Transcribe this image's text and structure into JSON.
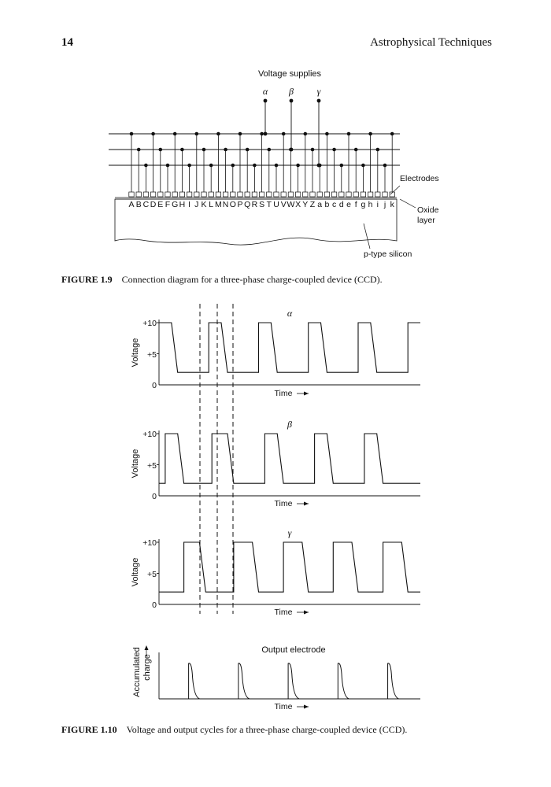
{
  "header": {
    "page_number": "14",
    "running_title": "Astrophysical Techniques"
  },
  "figure_1_9": {
    "caption_label": "FIGURE 1.9",
    "caption_text": "Connection diagram for a three-phase charge-coupled device (CCD).",
    "supplies_label": "Voltage supplies",
    "phases": [
      "α",
      "β",
      "γ"
    ],
    "electrode_letters": [
      "A",
      "B",
      "C",
      "D",
      "E",
      "F",
      "G",
      "H",
      "I",
      "J",
      "K",
      "L",
      "M",
      "N",
      "O",
      "P",
      "Q",
      "R",
      "S",
      "T",
      "U",
      "V",
      "W",
      "X",
      "Y",
      "Z",
      "a",
      "b",
      "c",
      "d",
      "e",
      "f",
      "g",
      "h",
      "i",
      "j",
      "k"
    ],
    "labels": {
      "electrodes": "Electrodes",
      "oxide_line1": "Oxide",
      "oxide_line2": "layer",
      "silicon": "p-type silicon"
    }
  },
  "figure_1_10": {
    "caption_label": "FIGURE 1.10",
    "caption_text": "Voltage and output cycles for a three-phase charge-coupled device (CCD).",
    "y_axis_label": "Voltage",
    "y_ticks": [
      "+10",
      "+5",
      "0"
    ],
    "x_axis_label": "Time",
    "output_title": "Output electrode",
    "output_y_label_line1": "Accumulated",
    "output_y_label_line2": "charge"
  },
  "chart_data": [
    {
      "type": "line",
      "title": "α",
      "ylabel": "Voltage",
      "xlabel": "Time",
      "ylim": [
        0,
        10
      ],
      "high": 10,
      "low": 2,
      "x": [
        0,
        2,
        3,
        8,
        8,
        10,
        11,
        16,
        16,
        18,
        19,
        24,
        24,
        26,
        27,
        32,
        32,
        34,
        35,
        40,
        40,
        42
      ],
      "y": [
        10,
        10,
        2,
        2,
        10,
        10,
        2,
        2,
        10,
        10,
        2,
        2,
        10,
        10,
        2,
        2,
        10,
        10,
        2,
        2,
        10,
        10
      ]
    },
    {
      "type": "line",
      "title": "β",
      "ylabel": "Voltage",
      "xlabel": "Time",
      "ylim": [
        0,
        10
      ],
      "high": 10,
      "low": 2,
      "x": [
        0,
        1,
        1,
        3,
        4,
        8.5,
        8.5,
        11,
        12,
        17,
        17,
        19,
        20,
        25,
        25,
        27,
        28,
        33,
        33,
        35,
        36,
        42
      ],
      "y": [
        2,
        2,
        10,
        10,
        2,
        2,
        10,
        10,
        2,
        2,
        10,
        10,
        2,
        2,
        10,
        10,
        2,
        2,
        10,
        10,
        2,
        2
      ]
    },
    {
      "type": "line",
      "title": "γ",
      "ylabel": "Voltage",
      "xlabel": "Time",
      "ylim": [
        0,
        10
      ],
      "high": 10,
      "low": 2,
      "x": [
        0,
        4,
        4,
        6.5,
        7.5,
        12,
        12,
        15,
        16,
        20,
        20,
        23,
        24,
        28,
        28,
        31,
        32,
        36,
        36,
        39,
        40,
        42
      ],
      "y": [
        2,
        2,
        10,
        10,
        2,
        2,
        10,
        10,
        2,
        2,
        10,
        10,
        2,
        2,
        10,
        10,
        2,
        2,
        10,
        10,
        2,
        2
      ]
    },
    {
      "type": "line",
      "title": "Output electrode",
      "xlabel": "Time",
      "ylabel": "Accumulated charge",
      "pulse_times": [
        4,
        12,
        20,
        28,
        36
      ]
    }
  ]
}
